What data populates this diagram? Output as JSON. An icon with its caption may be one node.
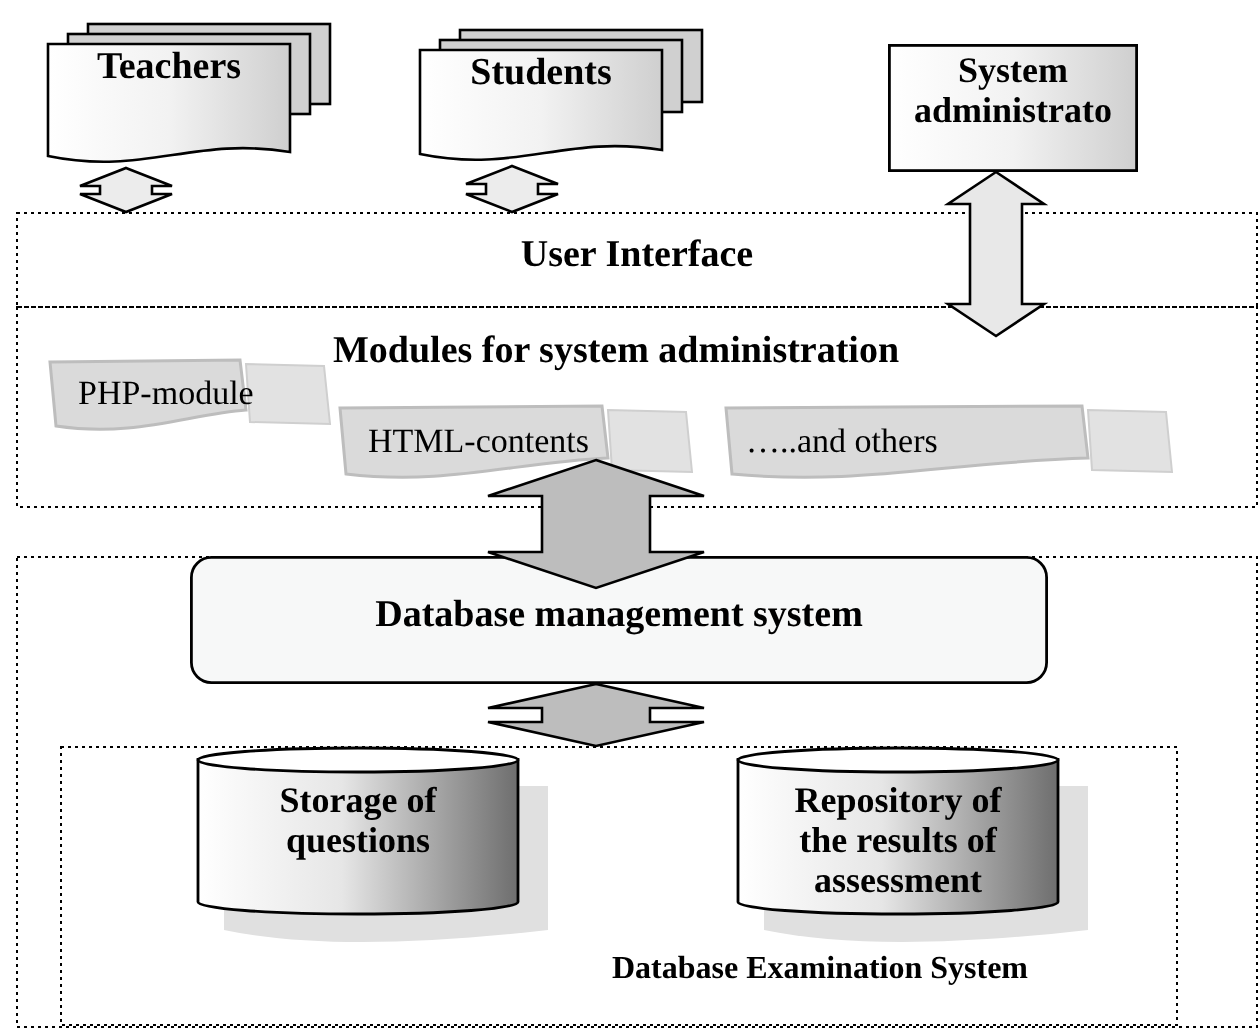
{
  "diagram": {
    "nodes": [
      {
        "text": [
          "Teachers"
        ]
      },
      {
        "text": [
          "Students"
        ]
      },
      {
        "text": [
          "System administrato"
        ]
      },
      {
        "text": [
          "User Interface"
        ]
      },
      {
        "text": [
          "Modules for system administration"
        ]
      },
      {
        "text": [
          "PHP-module"
        ],
        "in": 4
      },
      {
        "text": [
          "HTML-contents"
        ],
        "in": 4
      },
      {
        "text": [
          "…..and others"
        ],
        "in": 4
      },
      {
        "text": [],
        "shape": "box"
      },
      {
        "text": [
          "Database management system"
        ],
        "in": 8
      },
      {
        "text": [
          "Database Examination System"
        ],
        "in": 8
      },
      {
        "text": [
          "Storage of questions"
        ],
        "in": 10
      },
      {
        "text": [
          "Repository of the results of assessment"
        ],
        "in": 10
      }
    ],
    "edges": [
      {
        "from": 0,
        "to": 3,
        "arrow": "both"
      },
      {
        "from": 1,
        "to": 3,
        "arrow": "both"
      },
      {
        "from": 2,
        "to": 4,
        "arrow": "both"
      },
      {
        "from": 4,
        "to": 9,
        "arrow": "both"
      },
      {
        "from": 9,
        "to": 10,
        "arrow": "both"
      }
    ]
  }
}
